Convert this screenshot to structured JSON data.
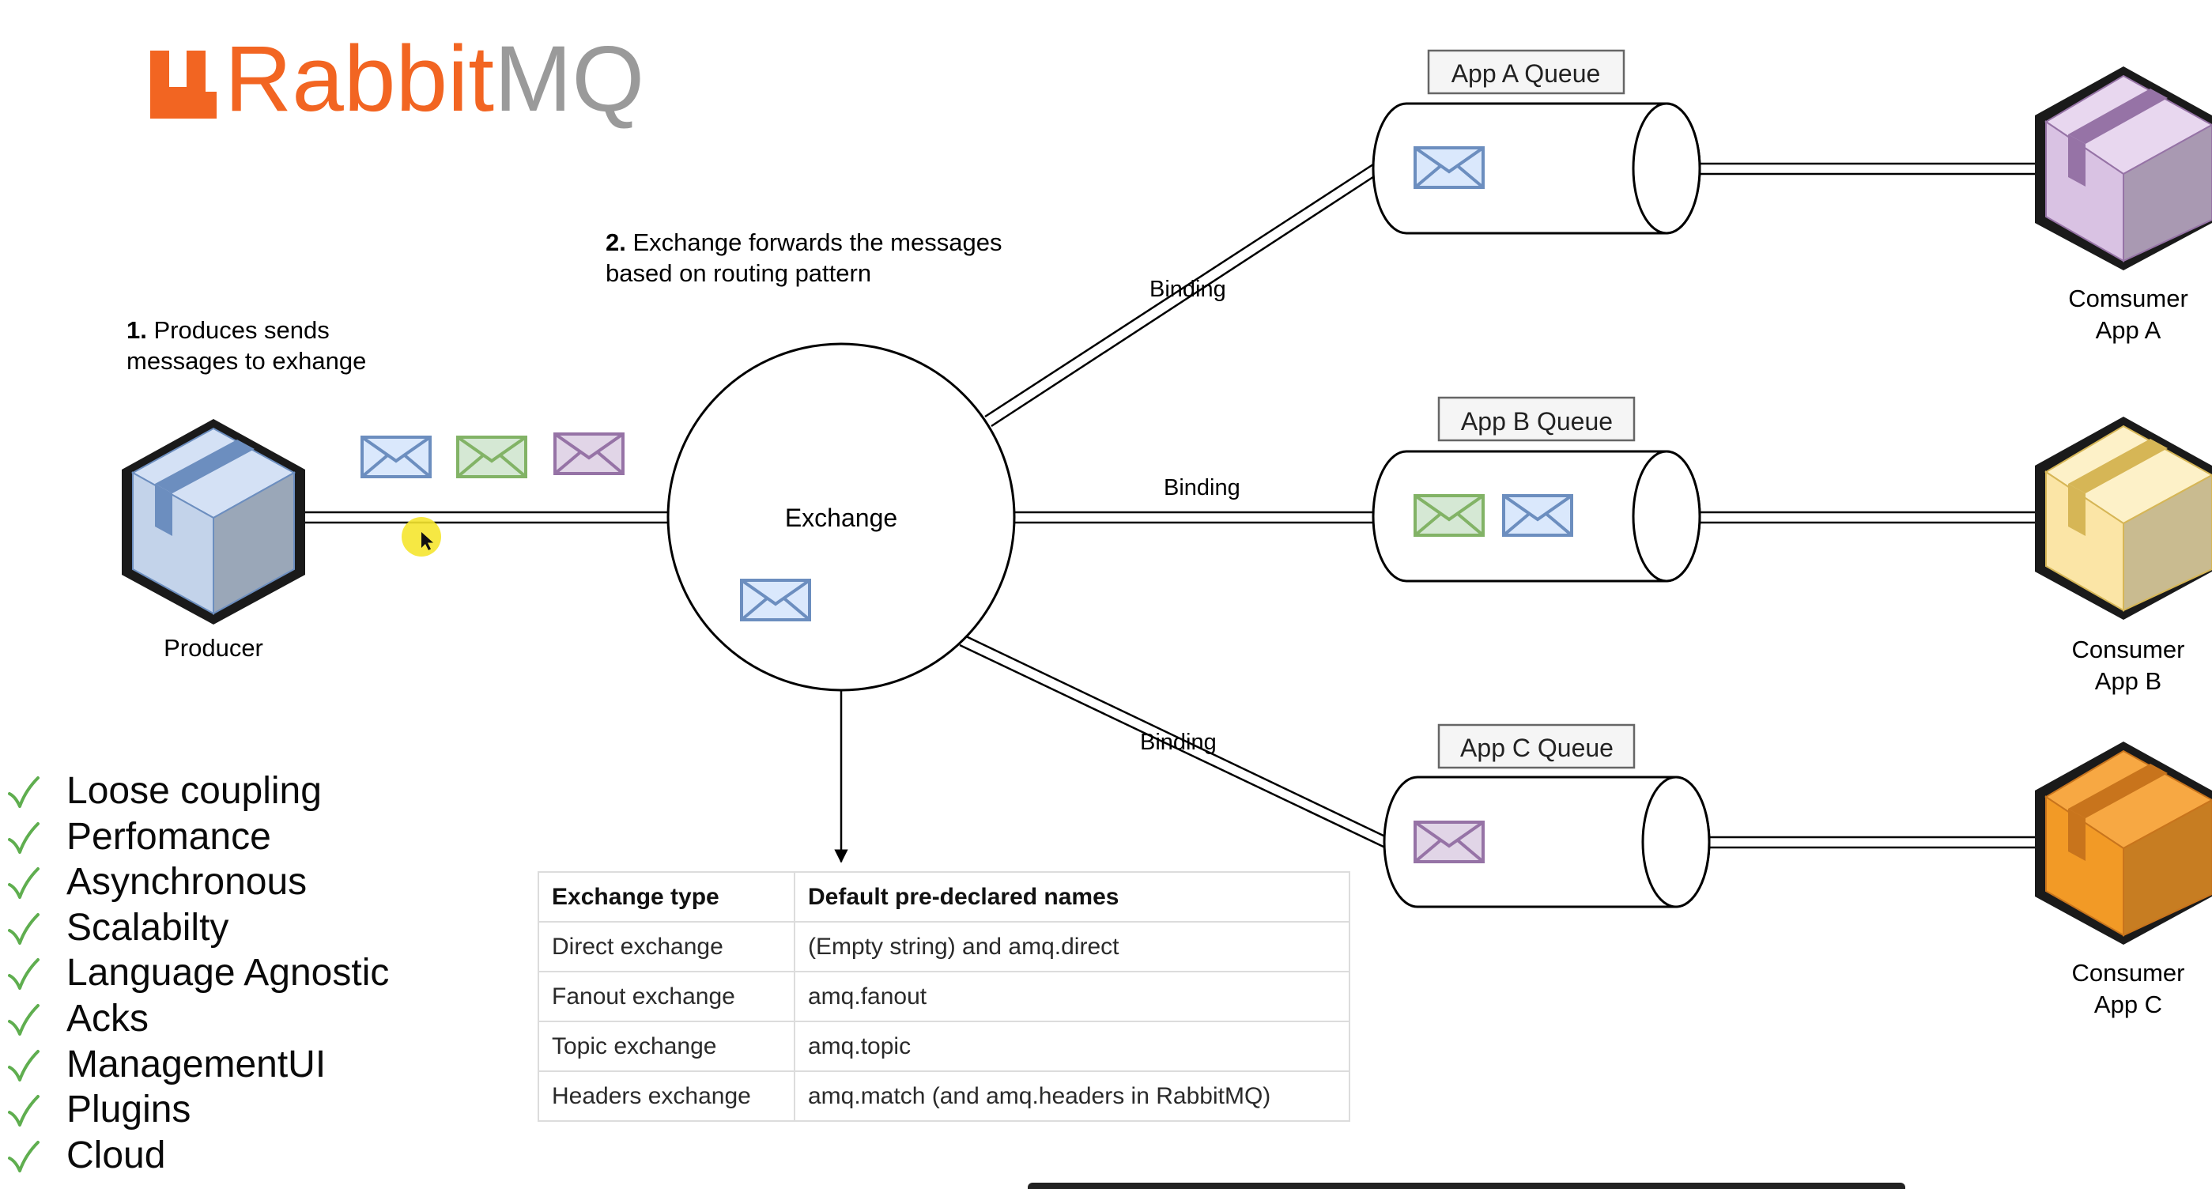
{
  "logo": {
    "text_main": "Rabbit",
    "text_accent": "MQ",
    "brand_color": "#f26522",
    "accent_color": "#9a9a9a"
  },
  "steps": {
    "step1_num": "1.",
    "step1_line1": "Produces sends",
    "step1_line2": "messages to exhange",
    "step2_num": "2.",
    "step2_line1": "Exchange forwards the messages",
    "step2_line2": "based on routing pattern"
  },
  "producer": {
    "label": "Producer",
    "color": "#a9c4e8"
  },
  "exchange": {
    "label": "Exchange"
  },
  "bindings": {
    "a": "Binding",
    "b": "Binding",
    "c": "Binding"
  },
  "queues": [
    {
      "label": "App A Queue"
    },
    {
      "label": "App B Queue"
    },
    {
      "label": "App C Queue"
    }
  ],
  "consumers": [
    {
      "line1": "Comsumer",
      "line2": "App A",
      "color": "#d9c2e3"
    },
    {
      "line1": "Consumer",
      "line2": "App B",
      "color": "#fbe5a6"
    },
    {
      "line1": "Consumer",
      "line2": "App C",
      "color": "#f29a26"
    }
  ],
  "message_colors": {
    "blue": "#6c8ebf",
    "green": "#82b366",
    "purple": "#9673a6"
  },
  "exchange_table": {
    "headers": [
      "Exchange type",
      "Default pre-declared names"
    ],
    "rows": [
      [
        "Direct exchange",
        "(Empty string) and amq.direct"
      ],
      [
        "Fanout exchange",
        "amq.fanout"
      ],
      [
        "Topic exchange",
        "amq.topic"
      ],
      [
        "Headers exchange",
        "amq.match (and amq.headers in RabbitMQ)"
      ]
    ]
  },
  "features": [
    "Loose coupling",
    "Perfomance",
    "Asynchronous",
    "Scalabilty",
    "Language Agnostic",
    "Acks",
    "ManagementUI",
    "Plugins",
    "Cloud"
  ],
  "check_color": "#5fae4f"
}
